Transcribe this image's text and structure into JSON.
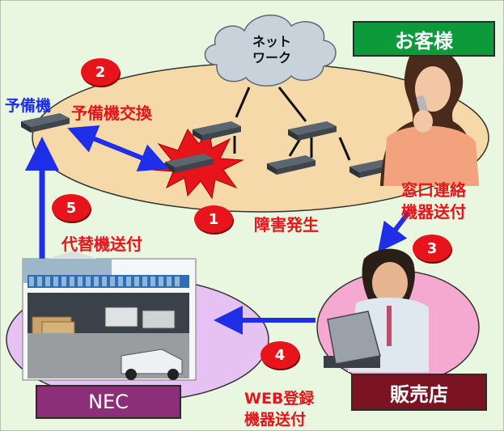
{
  "network_label": [
    "ネット",
    "ワーク"
  ],
  "customer_label": "お客様",
  "spare_label": "予備機",
  "swap_label": "予備機交換",
  "failure_label": "障害発生",
  "contact_label": [
    "窓口連絡",
    "機器送付"
  ],
  "replacement_label": "代替機送付",
  "web_label": [
    "WEB登録",
    "機器送付"
  ],
  "nec_label": "NEC",
  "shop_label": "販売店",
  "steps": [
    "1",
    "2",
    "3",
    "4",
    "5"
  ],
  "colors": {
    "background": "#e9f7e1",
    "customer_oval": "#f5d9a8",
    "nec_oval": "#e6c2f2",
    "shop_oval": "#f5a9d1",
    "accent_red": "#e8141b",
    "arrow_blue": "#1f2fe8",
    "customer_box": "#0c9a3a",
    "nec_box": "#8d2e78",
    "shop_box": "#7a1422"
  },
  "icons": [
    "cloud-icon",
    "switch-icon",
    "explosion-icon",
    "phone-person-icon",
    "laptop-person-icon",
    "warehouse-icon"
  ]
}
